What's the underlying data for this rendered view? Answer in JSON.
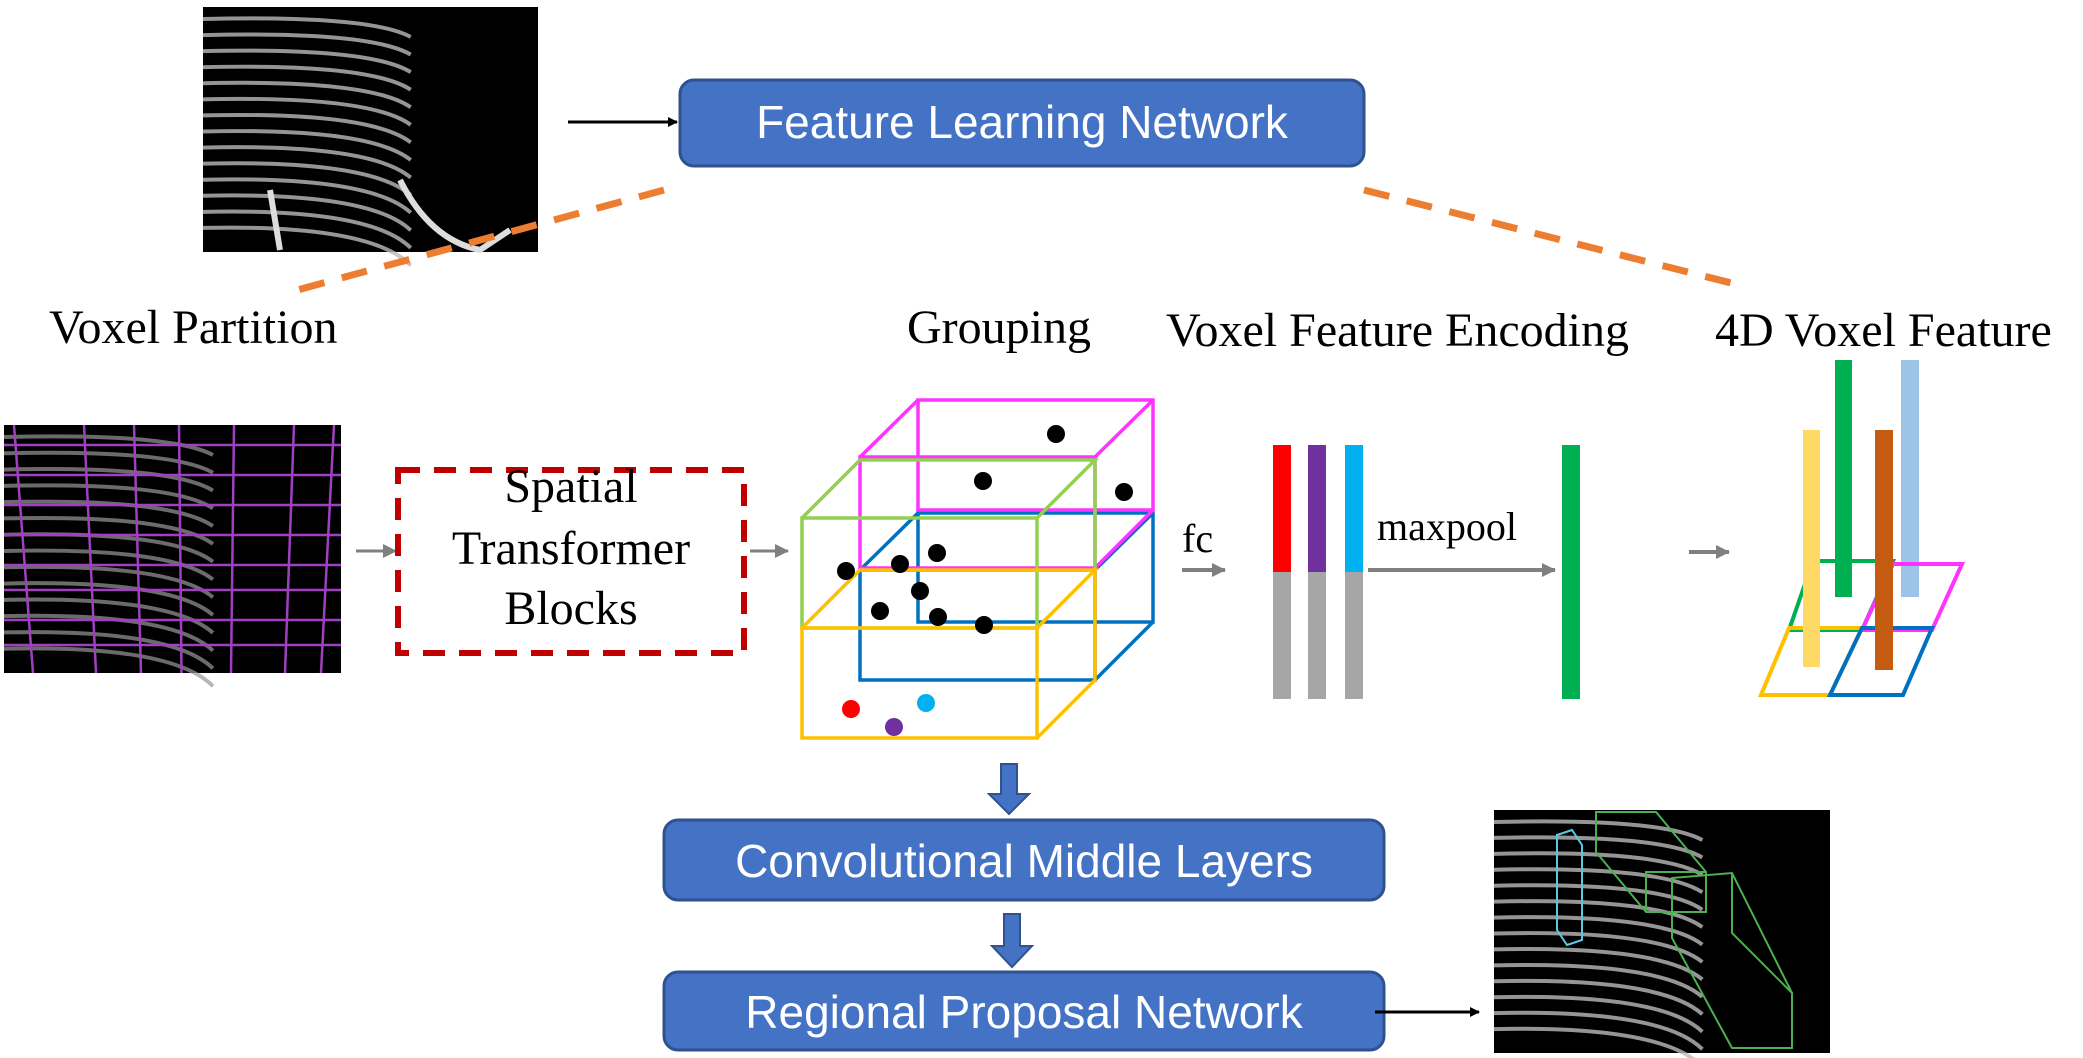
{
  "top_box": {
    "label": "Feature Learning Network"
  },
  "labels": {
    "voxel_partition": "Voxel Partition",
    "grouping": "Grouping",
    "voxel_feature_encoding": "Voxel Feature Encoding",
    "voxel_feature_4d": "4D Voxel Feature",
    "fc": "fc",
    "maxpool": "maxpool"
  },
  "spatial_transformer": {
    "lines": [
      "Spatial",
      "Transformer",
      "Blocks"
    ]
  },
  "bottom_boxes": {
    "conv_middle": "Convolutional Middle Layers",
    "rpn": "Regional Proposal Network"
  },
  "colors": {
    "box_fill": "#4472C4",
    "dashed_connector": "#ED7D31",
    "transformer_border": "#C00000",
    "cube_top_back": "#FF33FF",
    "cube_top_front": "#92D050",
    "cube_bottom_back": "#0070C0",
    "cube_bottom_front": "#FFC000",
    "point_red": "#FF0000",
    "point_purple": "#7030A0",
    "point_cyan": "#00B0F0",
    "feature_gray": "#A6A6A6",
    "pooled_green": "#00B050",
    "feature_yellow": "#FFD966",
    "feature_brown": "#C55A11",
    "feature_lightblue": "#9DC3E6"
  }
}
